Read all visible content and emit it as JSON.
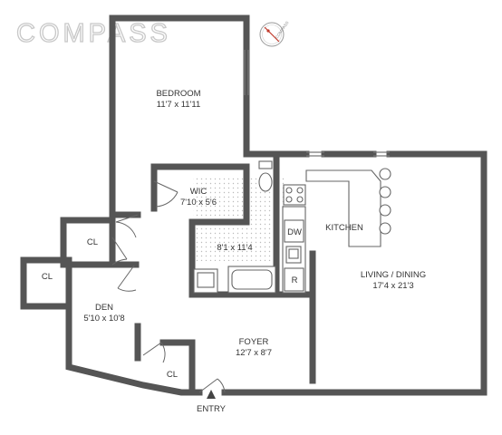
{
  "brand": {
    "logo_text": "COMPASS",
    "compass_badge_text": "COMPASS",
    "accent_color": "#c0392b",
    "logo_color": "#c8c8c8"
  },
  "rooms": {
    "bedroom": {
      "label": "BEDROOM",
      "size": "11'7 x 11'11"
    },
    "wic": {
      "label": "WIC",
      "size": "7'10 x 5'6"
    },
    "bath": {
      "size": "8'1 x 11'4"
    },
    "kitchen": {
      "label": "KITCHEN"
    },
    "dw": {
      "label": "DW"
    },
    "fridge": {
      "label": "R"
    },
    "living": {
      "label": "LIVING / DINING",
      "size": "17'4 x 21'3"
    },
    "closet_a": {
      "label": "CL"
    },
    "closet_b": {
      "label": "CL"
    },
    "closet_c": {
      "label": "CL"
    },
    "den": {
      "label": "DEN",
      "size": "5'10 x 10'8"
    },
    "foyer": {
      "label": "FOYER",
      "size": "12'7 x 8'7"
    }
  },
  "entry": {
    "label": "ENTRY"
  },
  "colors": {
    "wall": "#555555",
    "floor_pattern": "#bbbbbb"
  }
}
